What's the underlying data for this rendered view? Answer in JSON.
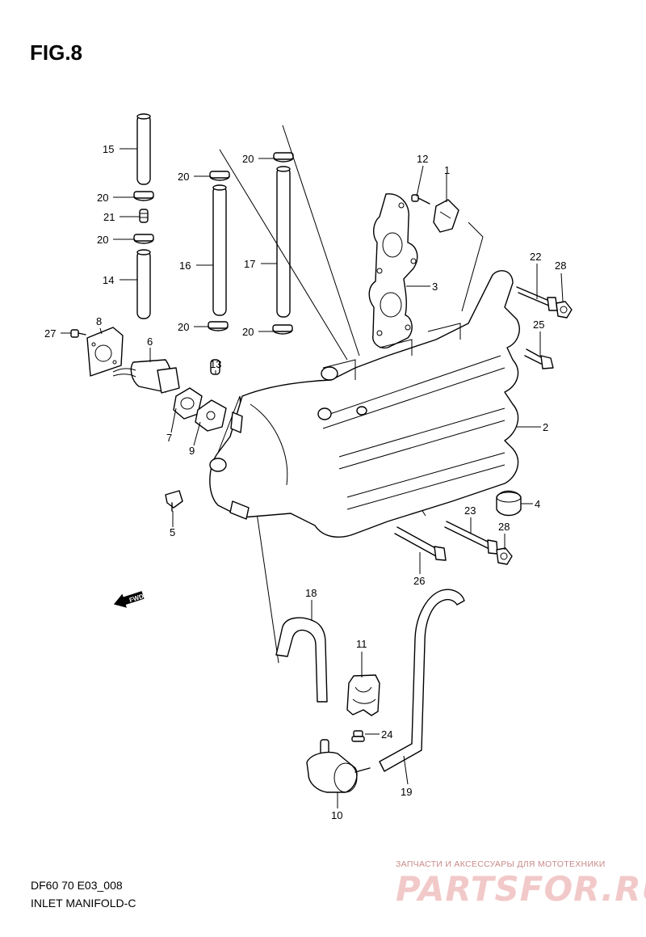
{
  "figure": {
    "title": "FIG.8"
  },
  "callouts": [
    {
      "label": "1"
    },
    {
      "label": "2"
    },
    {
      "label": "3"
    },
    {
      "label": "4"
    },
    {
      "label": "5"
    },
    {
      "label": "6"
    },
    {
      "label": "7"
    },
    {
      "label": "8"
    },
    {
      "label": "9"
    },
    {
      "label": "10"
    },
    {
      "label": "11"
    },
    {
      "label": "12"
    },
    {
      "label": "13"
    },
    {
      "label": "14"
    },
    {
      "label": "15"
    },
    {
      "label": "16"
    },
    {
      "label": "17"
    },
    {
      "label": "18"
    },
    {
      "label": "19"
    },
    {
      "label": "20"
    },
    {
      "label": "20"
    },
    {
      "label": "20"
    },
    {
      "label": "20"
    },
    {
      "label": "20"
    },
    {
      "label": "20"
    },
    {
      "label": "20"
    },
    {
      "label": "21"
    },
    {
      "label": "22"
    },
    {
      "label": "23"
    },
    {
      "label": "24"
    },
    {
      "label": "25"
    },
    {
      "label": "26"
    },
    {
      "label": "27"
    },
    {
      "label": "28"
    },
    {
      "label": "28"
    }
  ],
  "fwd_label": "FWD",
  "footer": {
    "code": "DF60 70 E03_008",
    "name": "INLET MANIFOLD-C"
  },
  "watermark": {
    "caption": "ЗАПЧАСТИ И АКСЕССУАРЫ ДЛЯ МОТОТЕХНИКИ",
    "logo": "PARTSFOR.RU"
  }
}
